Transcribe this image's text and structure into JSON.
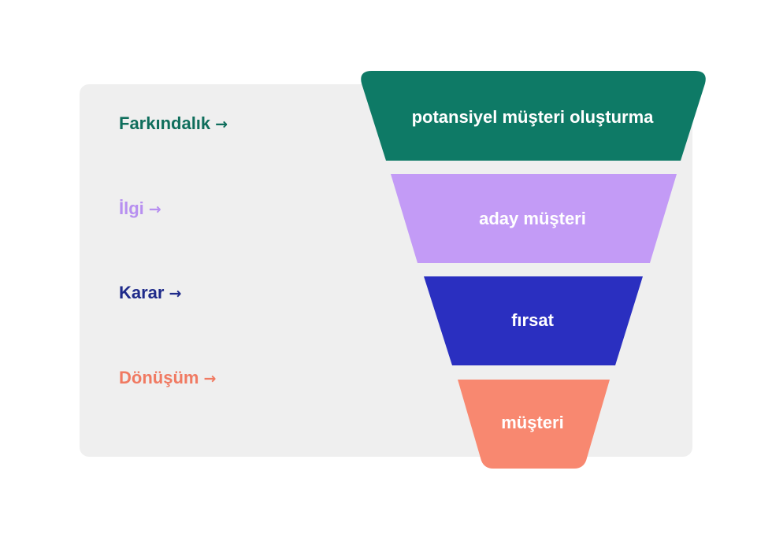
{
  "stages": [
    {
      "label": "Farkındalık",
      "arrow": "→",
      "color": "#0f6e5c"
    },
    {
      "label": "İlgi",
      "arrow": "→",
      "color": "#b78ff0"
    },
    {
      "label": "Karar",
      "arrow": "→",
      "color": "#1e2a8a"
    },
    {
      "label": "Dönüşüm",
      "arrow": "→",
      "color": "#f07a62"
    }
  ],
  "funnel": [
    {
      "label": "potansiyel müşteri oluşturma",
      "color": "#0e7a66"
    },
    {
      "label": "aday müşteri",
      "color": "#c39bf6"
    },
    {
      "label": "fırsat",
      "color": "#2a2fc0"
    },
    {
      "label": "müşteri",
      "color": "#f88870"
    }
  ]
}
